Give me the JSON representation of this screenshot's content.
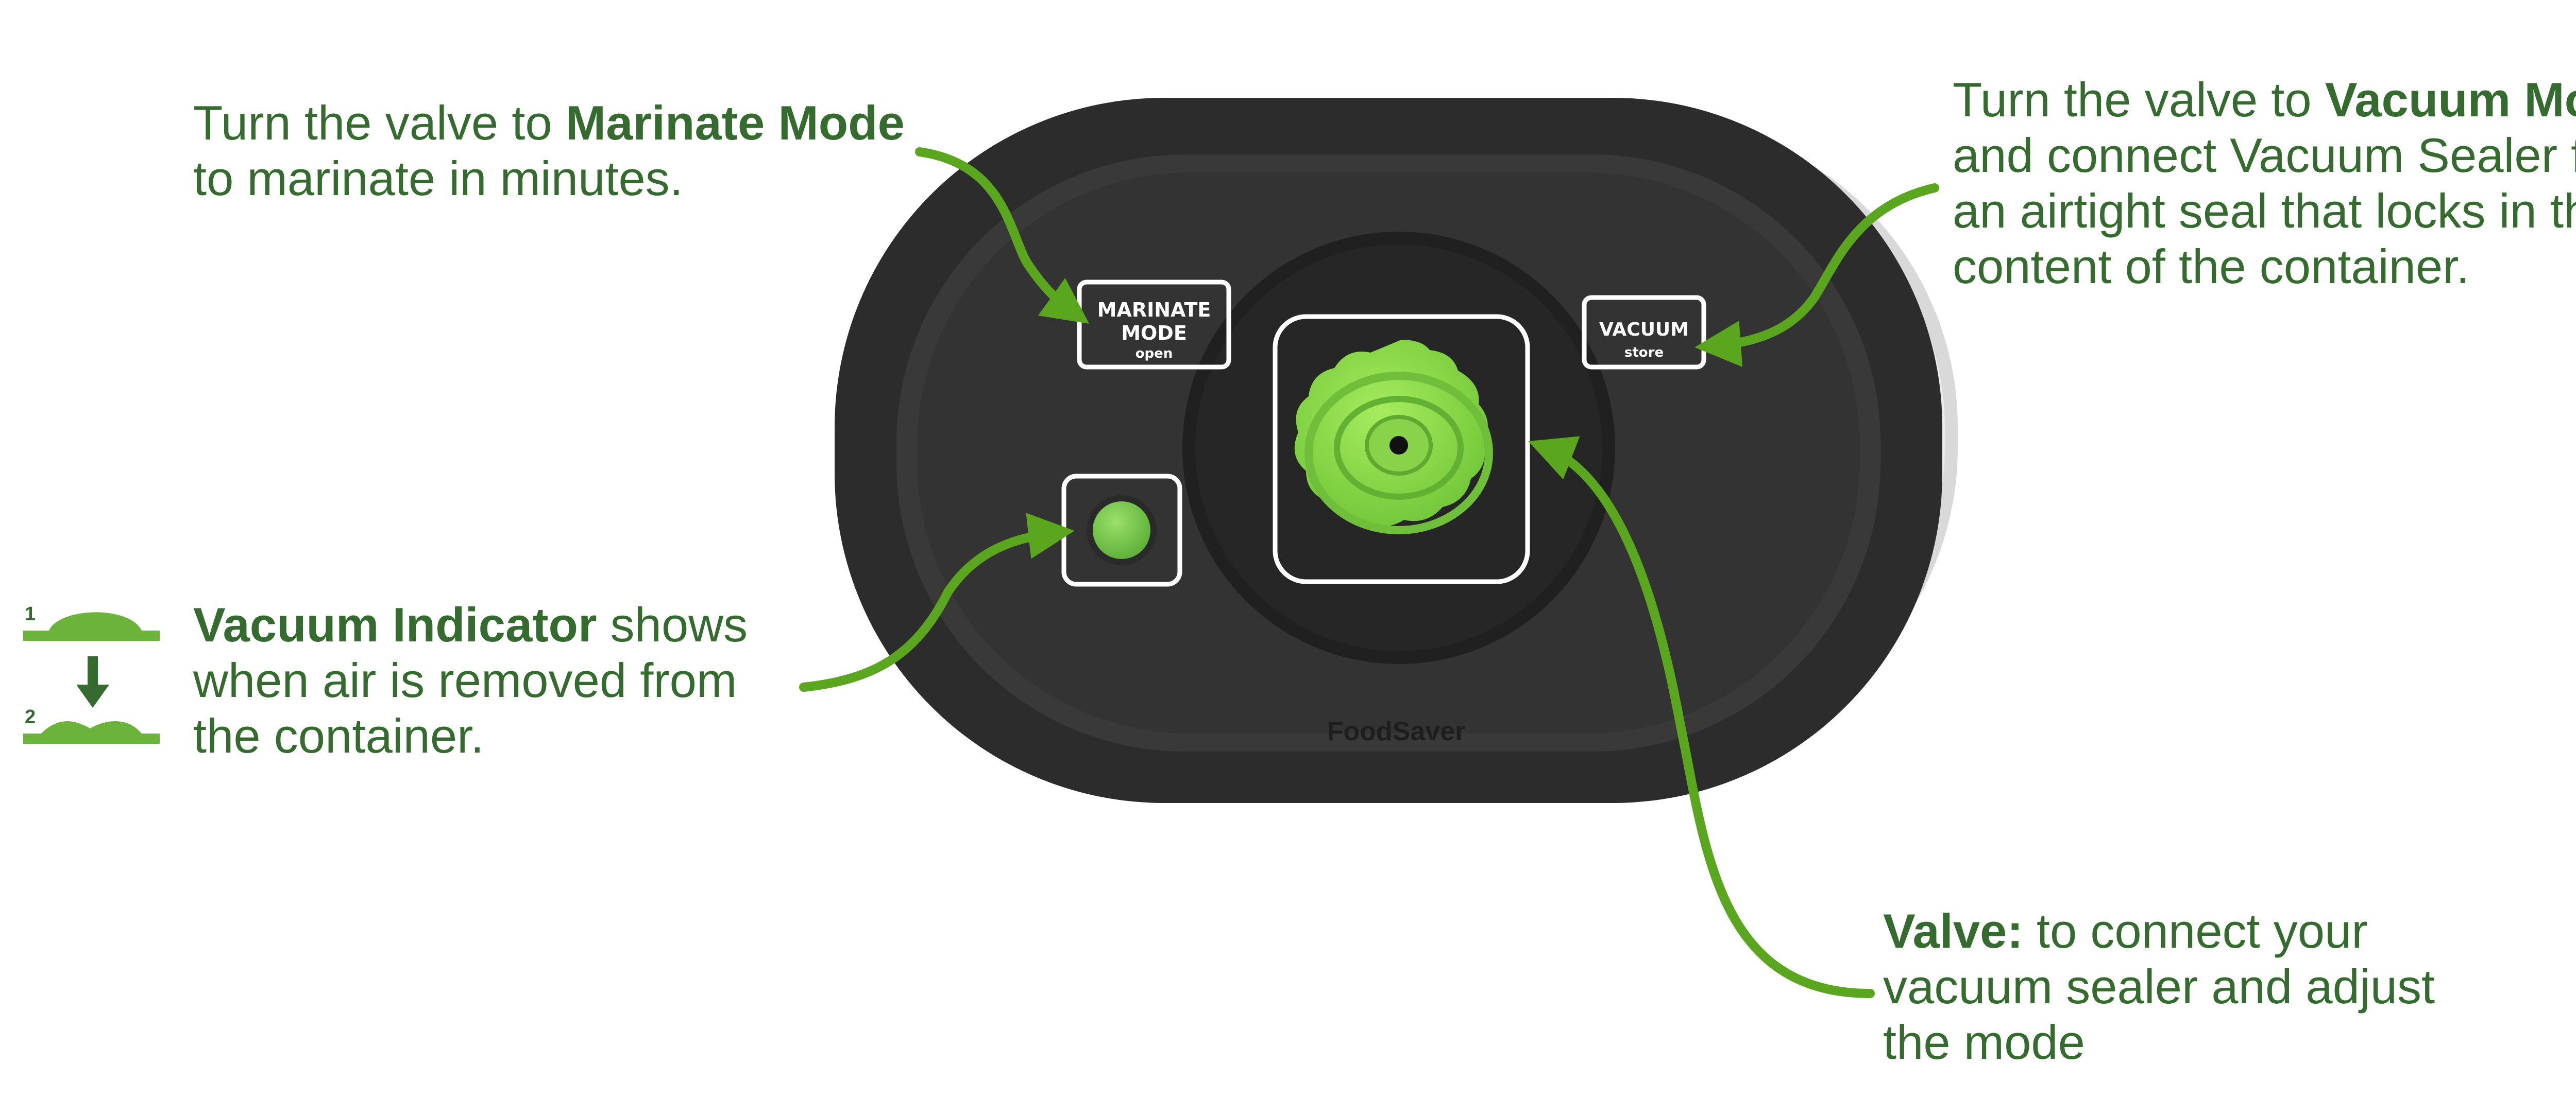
{
  "callouts": {
    "marinate": {
      "prefix": "Turn the valve to ",
      "bold": "Marinate Mode",
      "line2": "to marinate in minutes."
    },
    "vacuum": {
      "prefix": "Turn the valve to ",
      "bold": "Vacuum Mode",
      "line2": "and connect Vacuum Sealer for",
      "line3": "an airtight seal that locks in the",
      "line4": "content of the container."
    },
    "indicator": {
      "bold": "Vacuum Indicator",
      "suffix": " shows",
      "line2": "when air is removed from",
      "line3": "the container."
    },
    "valve": {
      "bold": "Valve:",
      "suffix": " to connect your",
      "line2": "vacuum sealer and adjust",
      "line3": "the mode"
    }
  },
  "lid_labels": {
    "marinate_line1": "MARINATE",
    "marinate_line2": "MODE",
    "marinate_line3": "open",
    "vacuum_line1": "VACUUM",
    "vacuum_line2": "store",
    "brand": "FoodSaver"
  },
  "indicator_steps": {
    "step1": "1",
    "step2": "2"
  },
  "colors": {
    "text_green": "#356b2e",
    "arrow_green": "#5aa61f",
    "valve_green": "#8fdc4a",
    "lid_dark": "#3a3a3a",
    "highlight_box": "#ffffff"
  }
}
